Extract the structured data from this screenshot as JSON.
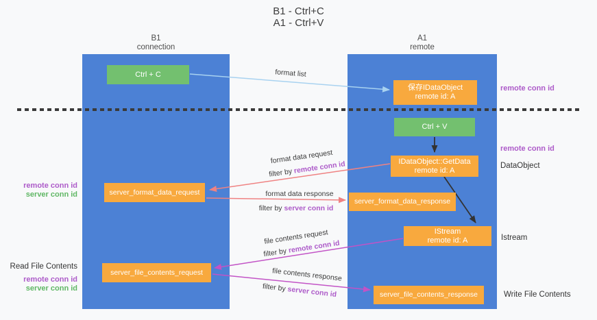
{
  "title": {
    "line1": "B1 - Ctrl+C",
    "line2": "A1 - Ctrl+V"
  },
  "lanes": {
    "left": {
      "name": "B1",
      "role": "connection"
    },
    "right": {
      "name": "A1",
      "role": "remote"
    }
  },
  "nodes": {
    "ctrl_c": {
      "label": "Ctrl + C"
    },
    "ctrl_v": {
      "label": "Ctrl + V"
    },
    "save_dataobject": {
      "line1": "保存IDataObject",
      "line2": "remote id: A"
    },
    "getdata": {
      "line1": "IDataObject::GetData",
      "line2": "remote id: A"
    },
    "format_request": {
      "label": "server_format_data_request"
    },
    "format_response": {
      "label": "server_format_data_response"
    },
    "istream": {
      "line1": "IStream",
      "line2": "remote id: A"
    },
    "file_request": {
      "label": "server_file_contents_request"
    },
    "file_response": {
      "label": "server_file_contents_response"
    }
  },
  "edge_labels": {
    "format_list": "format list",
    "format_data_request": "format data request",
    "format_data_response": "format data response",
    "file_contents_request": "file contents request",
    "file_contents_response": "file contents response",
    "filter_by": "filter by",
    "remote_conn_id": "remote conn id",
    "server_conn_id": "server conn id"
  },
  "side_labels": {
    "remote_conn_id_top_right": "remote conn id",
    "remote_conn_id_mid_right": "remote conn id",
    "dataobject": "DataObject",
    "istream": "Istream",
    "write_file_contents": "Write File Contents",
    "read_file_contents": "Read File Contents",
    "remote_conn_id_left_mid": "remote conn id",
    "server_conn_id_left_mid": "server conn id",
    "remote_conn_id_left_bottom": "remote conn id",
    "server_conn_id_left_bottom": "server conn id"
  },
  "colors": {
    "lane_blue": "#4c81d5",
    "node_green": "#73c06f",
    "node_orange": "#f8a93e",
    "accent_purple": "#ad5bc9",
    "accent_green": "#60b765",
    "arrow_blue": "#a8d2f0",
    "arrow_salmon": "#ef8282",
    "arrow_magenta": "#c253c6",
    "arrow_black": "#333333"
  }
}
